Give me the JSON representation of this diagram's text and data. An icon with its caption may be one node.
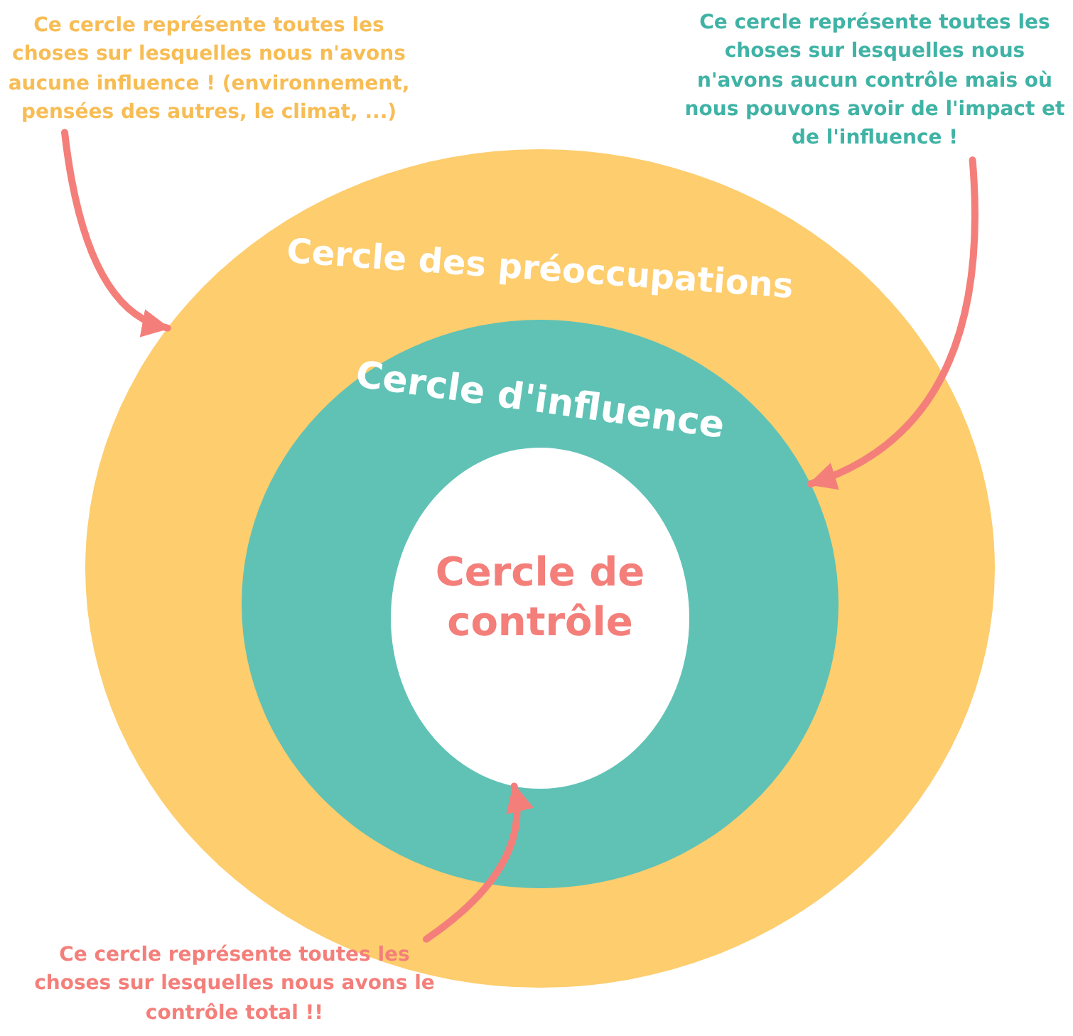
{
  "diagram": {
    "nodes": [
      {
        "text": [
          "Cercle des préoccupations"
        ]
      },
      {
        "text": [
          "Cercle d'influence"
        ],
        "in": 0
      },
      {
        "text": [
          "Cercle de contrôle"
        ],
        "in": 1
      },
      {
        "text": [
          "Ce cercle représente toutes les choses sur lesquelles nous n'avons aucune influence ! (environnement, pensées des autres, le climat, ...)"
        ]
      },
      {
        "text": [
          "Ce cercle représente toutes les choses sur lesquelles nous n'avons aucun contrôle mais où nous pouvons avoir de l'impact et de l'influence !"
        ]
      },
      {
        "text": [
          "Ce cercle représente toutes les choses sur lesquelles nous avons le contrôle total !!"
        ]
      }
    ],
    "edges": [
      {
        "from": 3,
        "to": 0,
        "arrow": "to"
      },
      {
        "from": 4,
        "to": 1,
        "arrow": "to"
      },
      {
        "from": 5,
        "to": 2,
        "arrow": "to"
      }
    ]
  }
}
